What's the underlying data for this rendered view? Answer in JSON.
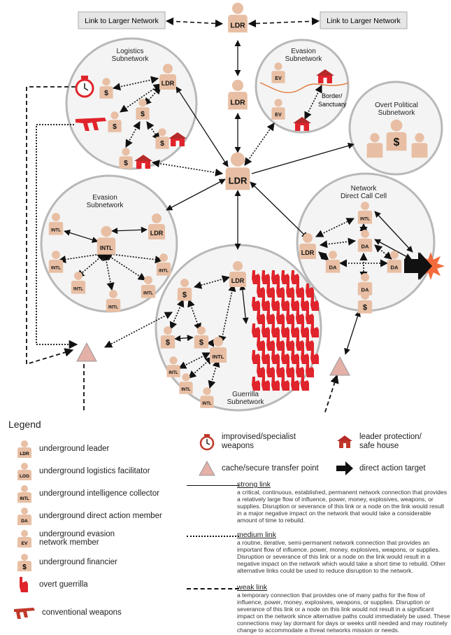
{
  "diagram": {
    "link_boxes": {
      "left": "Link to Larger Network",
      "right": "Link to Larger Network"
    },
    "subnetworks": {
      "logistics": [
        "Logistics",
        "Subnetwork"
      ],
      "evasion_top": [
        "Evasion",
        "Subnetwork"
      ],
      "overt_political": [
        "Overt Political",
        "Subnetwork"
      ],
      "evasion_mid": [
        "Evasion",
        "Subnetwork"
      ],
      "direct_call": [
        "Network",
        "Direct Call Cell"
      ],
      "guerrilla": [
        "Guerrilla",
        "Subnetwork"
      ]
    },
    "border_label": [
      "Border/",
      "Sanctuary"
    ],
    "node_labels": {
      "ldr": "LDR",
      "ev": "EV",
      "intl": "INTL",
      "da": "DA",
      "log": "LOG",
      "fin": "$"
    }
  },
  "legend": {
    "title": "Legend",
    "items": {
      "leader": "underground leader",
      "logistics": "underground logistics facilitator",
      "intel": "underground intelligence collector",
      "direct_action": "underground direct action member",
      "evasion": [
        "underground evasion",
        "network member"
      ],
      "financier": "underground financier",
      "guerrilla": "overt guerrilla",
      "weapons": "conventional weapons",
      "ied": [
        "improvised/specialist",
        "weapons"
      ],
      "cache": "cache/secure transfer point",
      "safehouse": [
        "leader protection/",
        "safe house"
      ],
      "target": "direct action target"
    },
    "links": {
      "strong": {
        "name": "strong link",
        "desc": "a critical, continuous, established, permanent network connection that provides a relatively large flow of influence, power, money, explosives, weapons, or supplies. Disruption or severance of this link or a node on the link would result in a major negative impact on the network that would take a considerable amount of time to rebuild."
      },
      "medium": {
        "name": "medium link",
        "desc": "a routine, iterative, semi-permanent network connection that provides an important flow of influence, power, money, explosives, weapons, or supplies. Disruption or severance of this link or a node on the link would result in a negative impact on the network which would take a short time to rebuild. Other alternative links could be used to reduce disruption to the network."
      },
      "weak": {
        "name": "weak link",
        "desc": "a temporary connection that provides one of many paths for the flow of influence, power, money, explosives, weapons, or supplies. Disruption or severance of this link or a node on this link would not result in a significant impact on the network since alternative paths could immediately be used. These connections may lay dormant for days or weeks until needed and may routinely change to accommodate a threat networks mission or needs."
      }
    }
  },
  "colors": {
    "figure": "#e8bfa4",
    "red": "#e0242b",
    "circle": "#f4f4f4",
    "circle_border": "#b8b8b8",
    "box": "#e6e6e6"
  }
}
